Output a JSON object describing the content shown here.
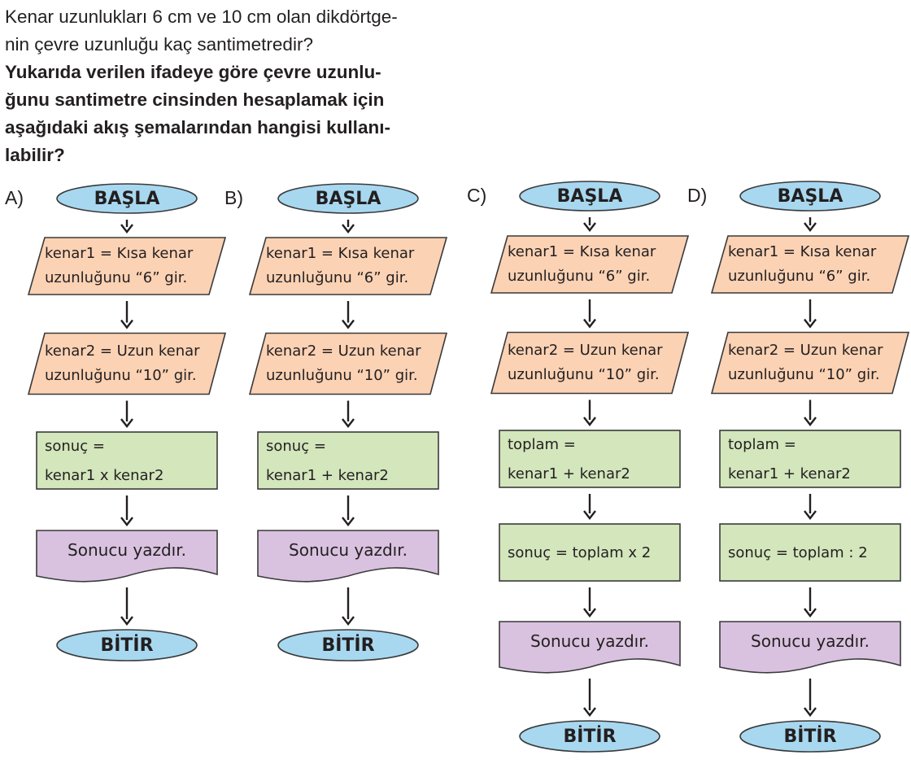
{
  "question": {
    "lines": [
      "Kenar uzunlukları 6 cm ve 10 cm olan dikdörtge-",
      "nin çevre uzunluğu kaç santimetredir?"
    ],
    "bold_lines": [
      "Yukarıda verilen ifadeye göre çevre uzunlu-",
      "ğunu santimetre cinsinden hesaplamak için",
      "aşağıdaki akış şemalarından hangisi kullanı-",
      "labilir?"
    ]
  },
  "colors": {
    "terminal": "#a8d8f0",
    "input": "#fbd2b4",
    "process": "#d3e6bc",
    "output": "#d9c2df",
    "stroke": "#3a3a3a"
  },
  "options": [
    {
      "label": "A)",
      "start": "BAŞLA",
      "input1": [
        "kenar1 = Kısa kenar",
        "uzunluğunu “6” gir."
      ],
      "input2": [
        "kenar2 = Uzun kenar",
        "uzunluğunu “10” gir."
      ],
      "process1": [
        "sonuç =",
        "kenar1 x kenar2"
      ],
      "output": "Sonucu yazdır.",
      "end": "BİTİR"
    },
    {
      "label": "B)",
      "start": "BAŞLA",
      "input1": [
        "kenar1 = Kısa kenar",
        "uzunluğunu “6” gir."
      ],
      "input2": [
        "kenar2 = Uzun kenar",
        "uzunluğunu “10” gir."
      ],
      "process1": [
        "sonuç =",
        "kenar1 + kenar2"
      ],
      "output": "Sonucu yazdır.",
      "end": "BİTİR"
    },
    {
      "label": "C)",
      "start": "BAŞLA",
      "input1": [
        "kenar1 = Kısa kenar",
        "uzunluğunu “6” gir."
      ],
      "input2": [
        "kenar2 = Uzun kenar",
        "uzunluğunu “10” gir."
      ],
      "process1": [
        "toplam =",
        "kenar1 + kenar2"
      ],
      "process2": "sonuç = toplam x 2",
      "output": "Sonucu yazdır.",
      "end": "BİTİR"
    },
    {
      "label": "D)",
      "start": "BAŞLA",
      "input1": [
        "kenar1 = Kısa kenar",
        "uzunluğunu “6” gir."
      ],
      "input2": [
        "kenar2 = Uzun kenar",
        "uzunluğunu “10” gir."
      ],
      "process1": [
        "toplam =",
        "kenar1 + kenar2"
      ],
      "process2": "sonuç = toplam : 2",
      "output": "Sonucu yazdır.",
      "end": "BİTİR"
    }
  ]
}
